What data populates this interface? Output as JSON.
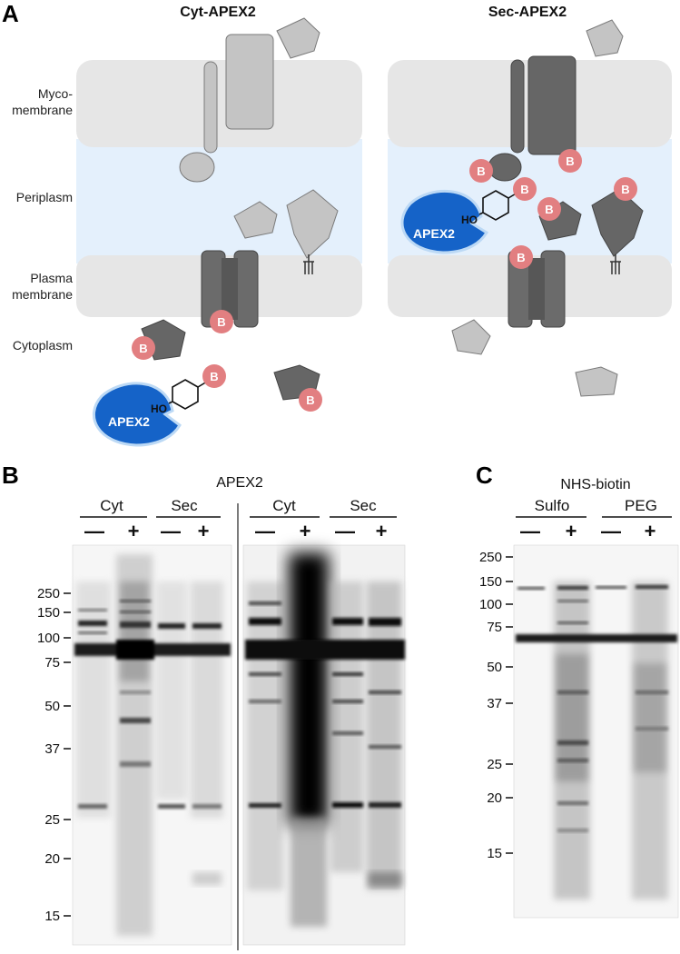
{
  "panelA": {
    "letter": "A",
    "left_title": "Cyt-APEX2",
    "right_title": "Sec-APEX2",
    "region_labels": {
      "myco_line1": "Myco-",
      "myco_line2": "membrane",
      "periplasm": "Periplasm",
      "plasma_line1": "Plasma",
      "plasma_line2": "membrane",
      "cytoplasm": "Cytoplasm"
    },
    "enzyme_label": "APEX2",
    "phenol_label": "HO",
    "biotin_label": "B",
    "colors": {
      "membrane": "#e6e6e6",
      "periplasm": "#e4f0fc",
      "apex2": "#1563c8",
      "biotin": "#e27f81",
      "protein_light": "#c4c4c4",
      "protein_dark": "#666666"
    }
  },
  "panelB": {
    "letter": "B",
    "group_title": "APEX2",
    "groups": [
      "Cyt",
      "Sec",
      "Cyt",
      "Sec"
    ],
    "signs": [
      "—",
      "+",
      "—",
      "+",
      "—",
      "+",
      "—",
      "+"
    ],
    "mw_markers": [
      "250",
      "150",
      "100",
      "75",
      "50",
      "37",
      "25",
      "20",
      "15"
    ]
  },
  "panelC": {
    "letter": "C",
    "group_title": "NHS-biotin",
    "groups": [
      "Sulfo",
      "PEG"
    ],
    "signs": [
      "—",
      "+",
      "—",
      "+"
    ],
    "mw_markers": [
      "250",
      "150",
      "100",
      "75",
      "50",
      "37",
      "25",
      "20",
      "15"
    ]
  }
}
